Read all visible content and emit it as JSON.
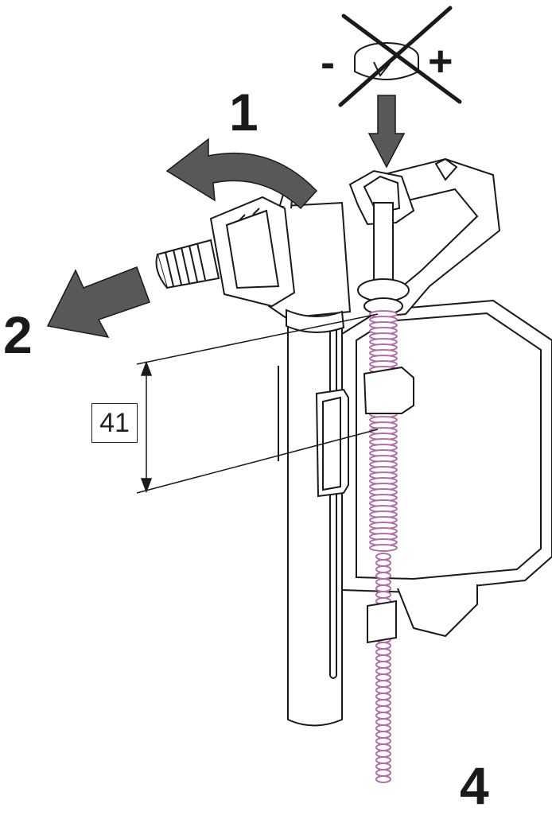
{
  "steps": {
    "step1": "1",
    "step2": "2",
    "step4": "4"
  },
  "adjuster": {
    "minus": "-",
    "plus": "+"
  },
  "dimension": {
    "value": "41"
  },
  "colors": {
    "line": "#1a1a1a",
    "arrow": "#585858",
    "spring": "#b06fa8",
    "background": "#ffffff"
  }
}
